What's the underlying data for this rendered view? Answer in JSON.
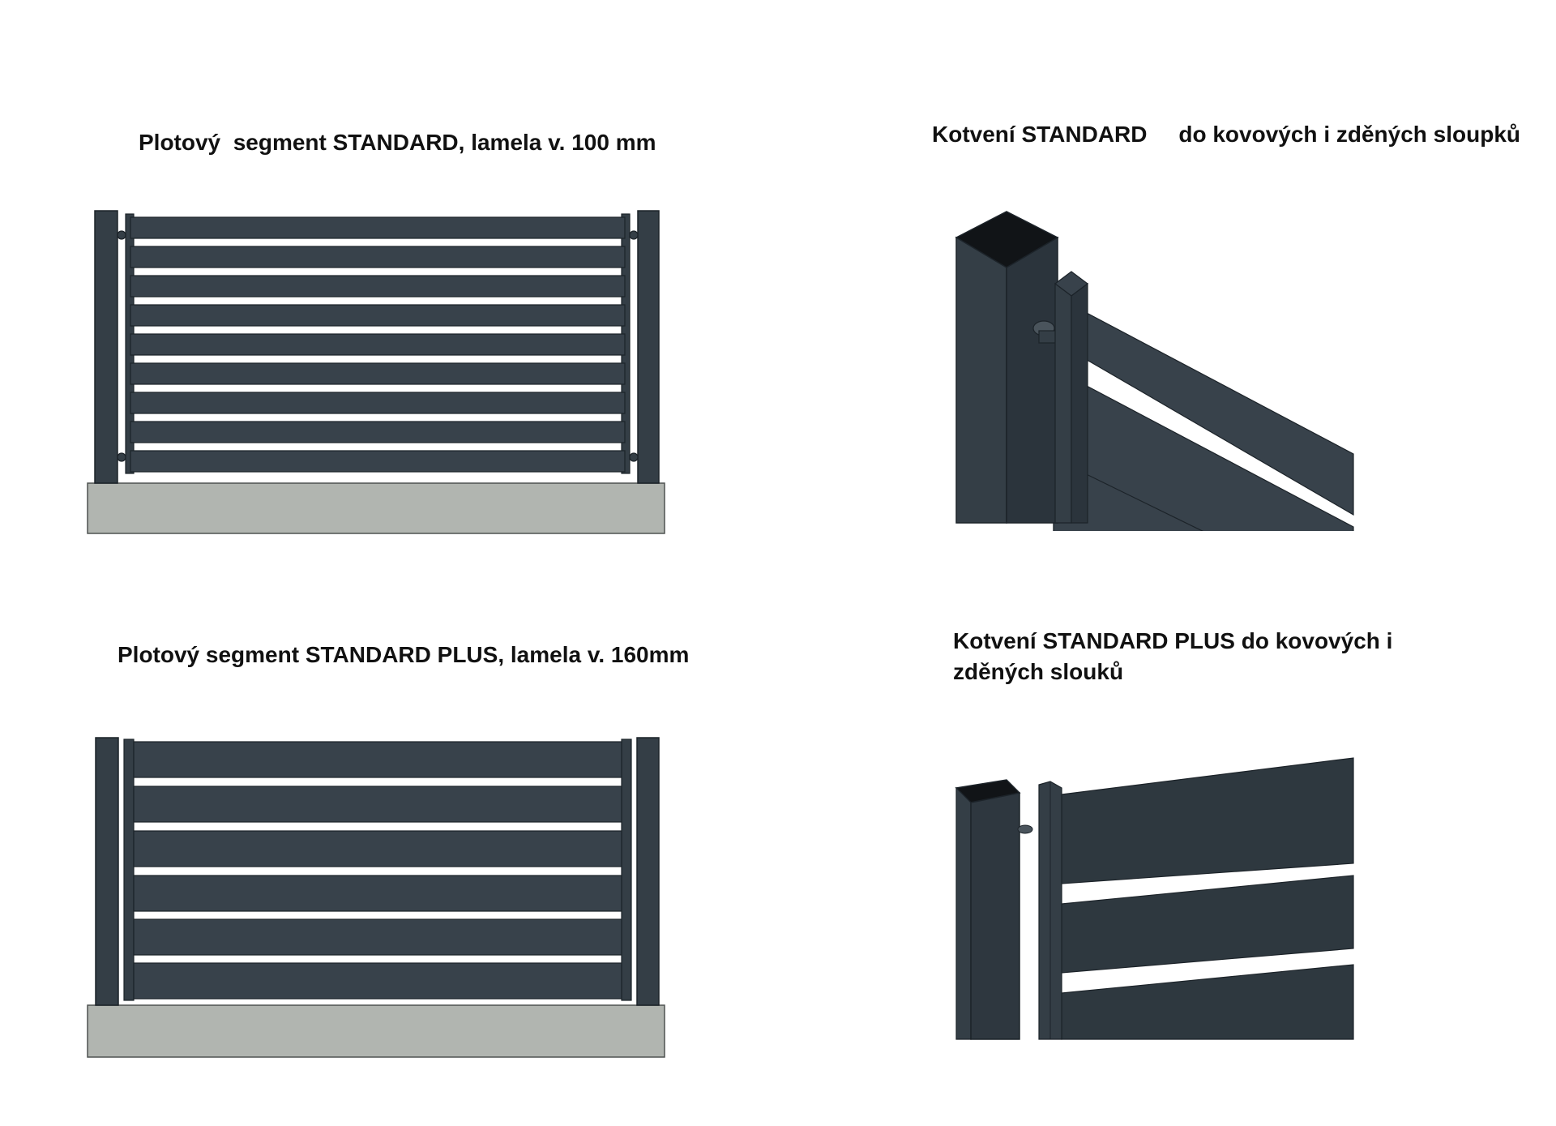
{
  "sections": [
    {
      "title": "Plotový  segment STANDARD, lamela v. 100 mm",
      "drawing": "fence-segment-standard-front-view"
    },
    {
      "title": "Kotvení STANDARD     do kovových i zděných sloupků",
      "drawing": "anchoring-standard-detail"
    },
    {
      "title": "Plotový segment STANDARD PLUS, lamela v. 160mm",
      "drawing": "fence-segment-standard-plus-front-view"
    },
    {
      "title": "Kotvení STANDARD PLUS do kovových i zděných slouků",
      "drawing": "anchoring-standard-plus-detail"
    }
  ],
  "colors": {
    "panel": "#38424b",
    "panel_dark": "#2b343c",
    "post": "#343e46",
    "edge": "#1c2329",
    "base": "#b1b5b0",
    "base_edge": "#4e5250",
    "cap": "#111417",
    "gap": "#ffffff",
    "text": "#111111"
  }
}
